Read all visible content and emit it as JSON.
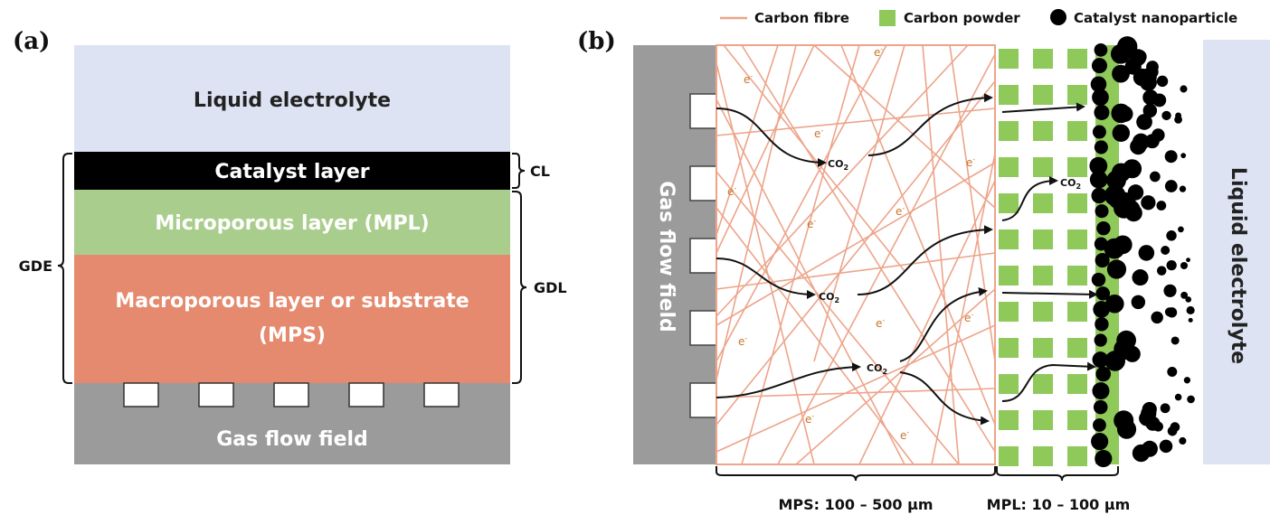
{
  "panel_a": {
    "label": "(a)",
    "layers": {
      "liquid_electrolyte": "Liquid electrolyte",
      "catalyst_layer": "Catalyst layer",
      "microporous_layer": "Microporous layer (MPL)",
      "macroporous_line1": "Macroporous layer or substrate",
      "macroporous_line2": "(MPS)",
      "gas_flow_field": "Gas flow field"
    },
    "brackets": {
      "gde": "GDE",
      "cl": "CL",
      "gdl": "GDL"
    }
  },
  "panel_b": {
    "label": "(b)",
    "legend": {
      "carbon_fibre": "Carbon fibre",
      "carbon_powder": "Carbon powder",
      "catalyst_nanoparticle": "Catalyst nanoparticle"
    },
    "gas_flow_field": "Gas flow field",
    "liquid_electrolyte": "Liquid electrolyte",
    "co2_label": "CO",
    "co2_subscript": "2",
    "electron_label": "e",
    "electron_superscript": "-",
    "mps_dimension": "MPS: 100 – 500 µm",
    "mpl_dimension": "MPL: 10 – 100 µm"
  },
  "colors": {
    "electrolyte": "#dde3f3",
    "catalyst": "#000000",
    "mpl": "#a9cd8c",
    "mps": "#e58a6e",
    "gas_flow": "#9b9b9b",
    "fibre": "#eda48a",
    "powder": "#8ec95a"
  }
}
